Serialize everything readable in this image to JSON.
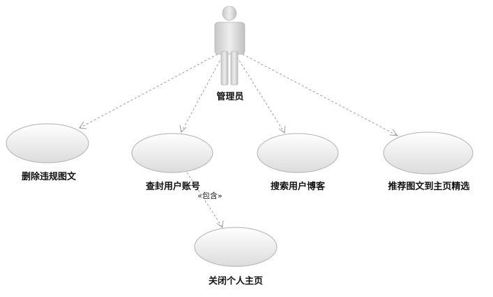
{
  "actor": {
    "label": "管理员"
  },
  "use_cases": [
    {
      "id": "uc1",
      "label": "删除违规图文"
    },
    {
      "id": "uc2",
      "label": "查封用户账号"
    },
    {
      "id": "uc3",
      "label": "搜索用户博客"
    },
    {
      "id": "uc4",
      "label": "推荐图文到主页精选"
    },
    {
      "id": "uc5",
      "label": "关闭个人主页"
    }
  ],
  "relations": [
    {
      "from": "actor",
      "to": "uc1",
      "type": "association"
    },
    {
      "from": "actor",
      "to": "uc2",
      "type": "association"
    },
    {
      "from": "actor",
      "to": "uc3",
      "type": "association"
    },
    {
      "from": "actor",
      "to": "uc4",
      "type": "association"
    },
    {
      "from": "uc2",
      "to": "uc5",
      "type": "include",
      "label": "«包含»"
    }
  ]
}
